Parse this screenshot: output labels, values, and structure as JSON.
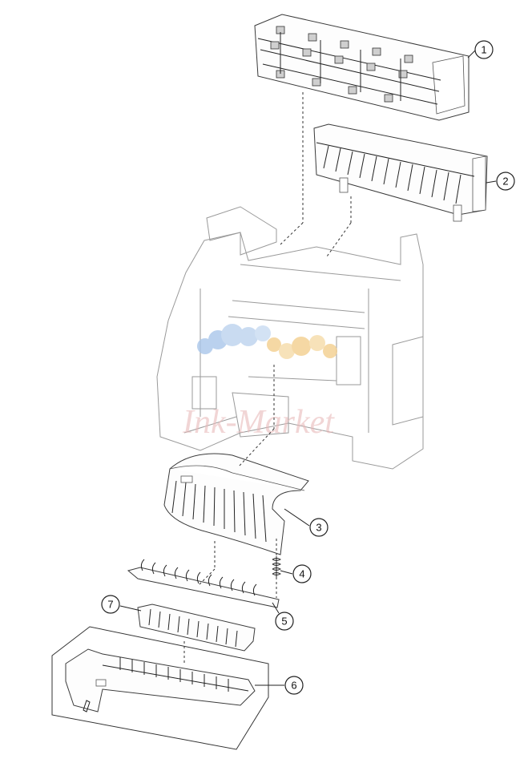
{
  "callouts": [
    {
      "id": "1",
      "label": "1"
    },
    {
      "id": "2",
      "label": "2"
    },
    {
      "id": "3",
      "label": "3"
    },
    {
      "id": "4",
      "label": "4"
    },
    {
      "id": "5",
      "label": "5"
    },
    {
      "id": "6",
      "label": "6"
    },
    {
      "id": "7",
      "label": "7"
    }
  ],
  "watermark": {
    "text": "Ink-Market"
  },
  "colors": {
    "line": "#3a3a3a",
    "watermark_blue": "#a9c6ea",
    "watermark_orange": "#f3cf8e",
    "watermark_pink": "#e8b9b9"
  }
}
